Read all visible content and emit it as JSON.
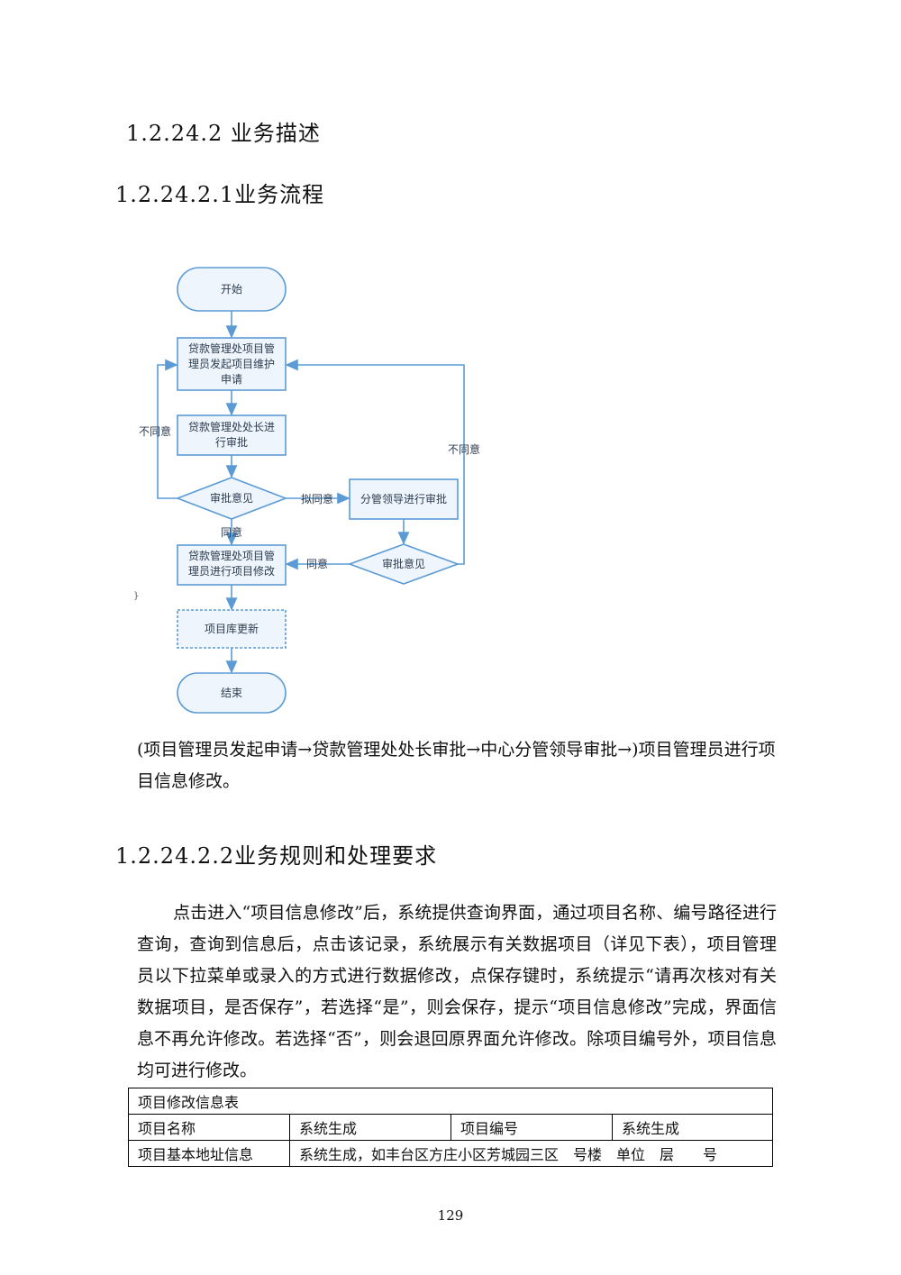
{
  "headings": {
    "section": "1.2.24.2  业务描述",
    "flow_title": "1.2.24.2.1业务流程",
    "rules_title": "1.2.24.2.2业务规则和处理要求"
  },
  "flowchart": {
    "start": "开始",
    "node1_lines": [
      "贷款管理处项目管",
      "理员发起项目维护",
      "申请"
    ],
    "node2_lines": [
      "贷款管理处处长进",
      "行审批"
    ],
    "decision1": "审批意见",
    "node3": "分管领导进行审批",
    "decision2": "审批意见",
    "node4_lines": [
      "贷款管理处项目管",
      "理员进行项目修改"
    ],
    "node5": "项目库更新",
    "end": "结束",
    "label_disagree_left": "不同意",
    "label_disagree_right": "不同意",
    "label_tentative": "拟同意",
    "label_agree_down": "同意",
    "label_agree_left": "同意",
    "stray_mark": "}"
  },
  "caption": "(项目管理员发起申请→贷款管理处处长审批→中心分管领导审批→)项目管理员进行项目信息修改。",
  "paragraph": "点击进入“项目信息修改”后，系统提供查询界面，通过项目名称、编号路径进行查询，查询到信息后，点击该记录，系统展示有关数据项目（详见下表），项目管理员以下拉菜单或录入的方式进行数据修改，点保存键时，系统提示“请再次核对有关数据项目，是否保存”，若选择“是”，则会保存，提示“项目信息修改”完成，界面信息不再允许修改。若选择“否”，则会退回原界面允许修改。除项目编号外，项目信息均可进行修改。",
  "table": {
    "title": "项目修改信息表",
    "row1": [
      "项目名称",
      "系统生成",
      "项目编号",
      "系统生成"
    ],
    "row2": [
      "项目基本地址信息",
      "系统生成，如丰台区方庄小区芳城园三区　号楼　单位　层　　号"
    ]
  },
  "page_number": "129",
  "colors": {
    "flow_stroke": "#5b9bd5",
    "flow_fill": "#eef5fc",
    "text": "#111111"
  }
}
